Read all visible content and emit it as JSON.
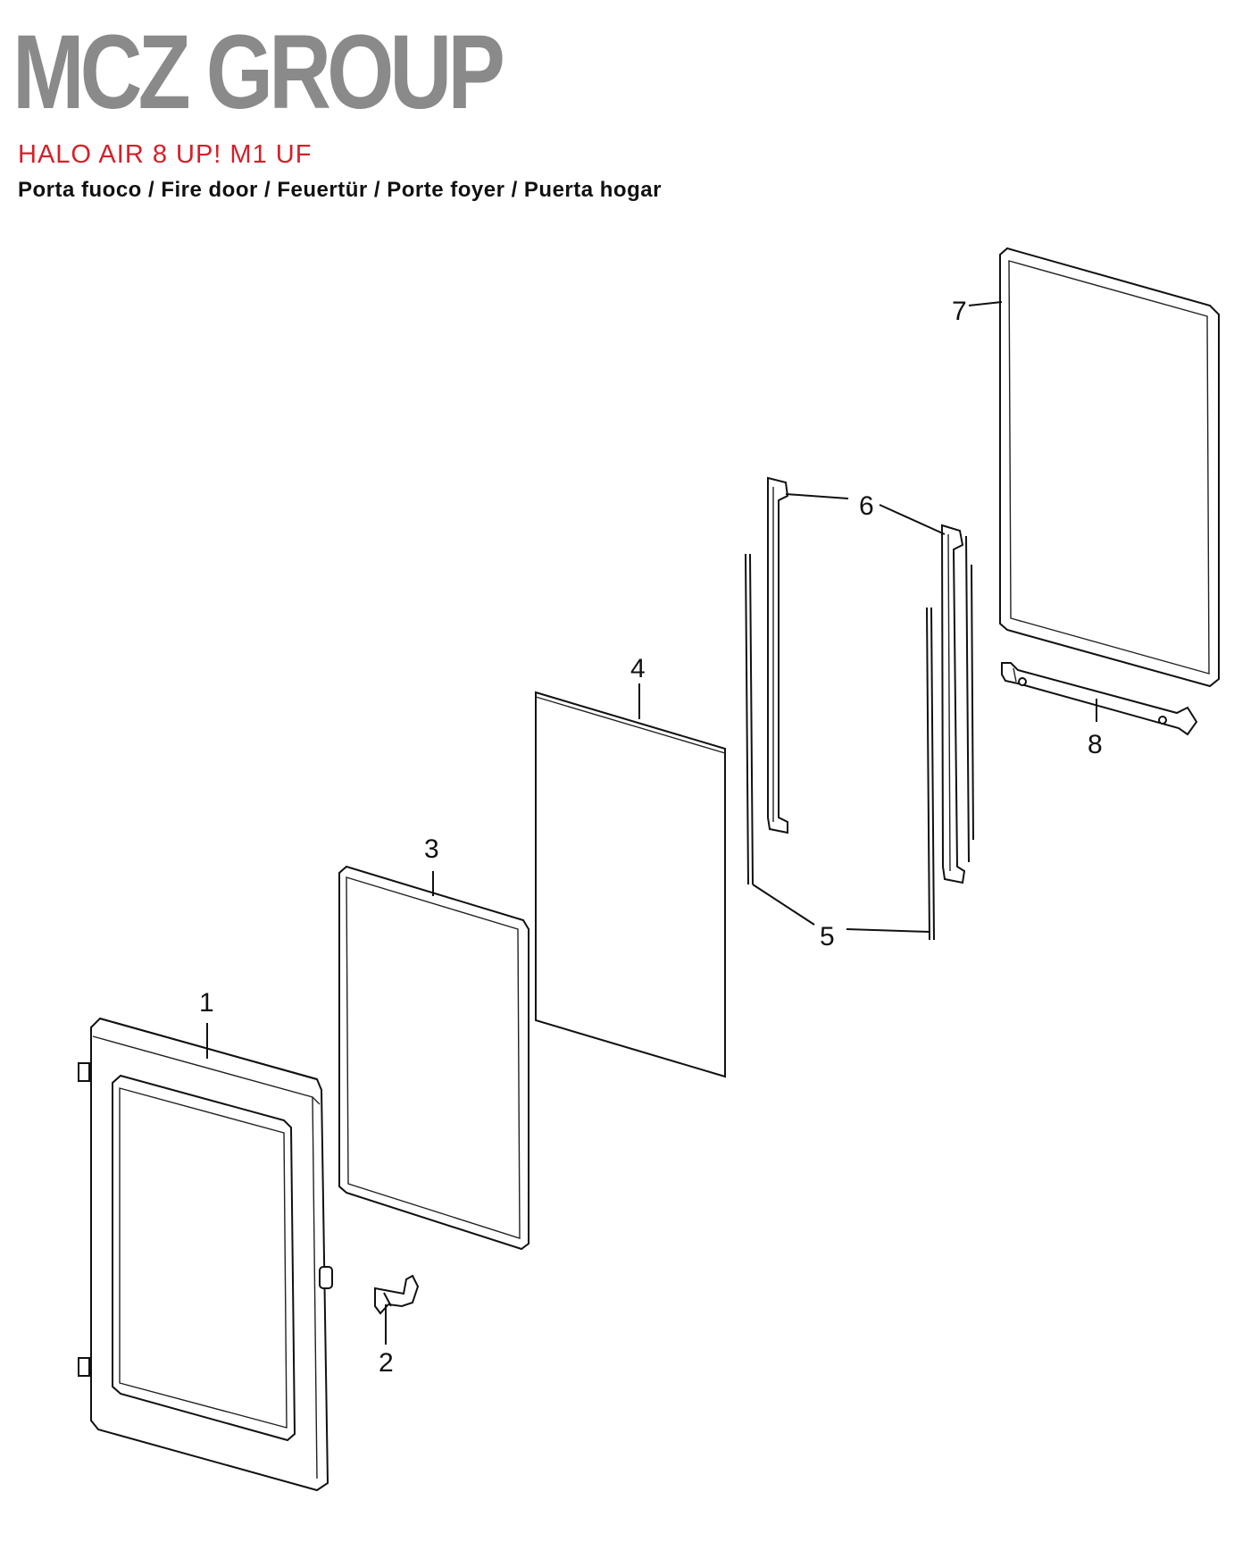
{
  "header": {
    "brand": "MCZ GROUP",
    "model": "HALO AIR 8 UP! M1 UF",
    "subtitle": "Porta fuoco / Fire door / Feuertür / Porte foyer / Puerta hogar"
  },
  "callouts": {
    "p1": "1",
    "p2": "2",
    "p3": "3",
    "p4": "4",
    "p5": "5",
    "p6": "6",
    "p7": "7",
    "p8": "8"
  },
  "colors": {
    "brand": "#8a8a8a",
    "model": "#d4202a",
    "line": "#111111"
  }
}
